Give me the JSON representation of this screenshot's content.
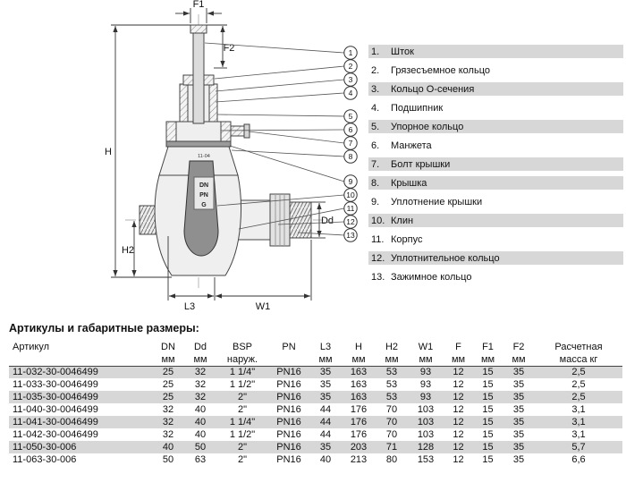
{
  "colors": {
    "row_shade": "#d7d7d7",
    "diagram_line": "#444444"
  },
  "diagram": {
    "dimension_labels": {
      "f1": "F1",
      "f2": "F2",
      "h": "H",
      "h2": "H2",
      "l3": "L3",
      "w1": "W1",
      "dd": "Dd"
    },
    "plate": {
      "line1": "DN",
      "line2": "PN",
      "line3": "G"
    },
    "stamp": "11-04",
    "callouts": [
      "1",
      "2",
      "3",
      "4",
      "5",
      "6",
      "7",
      "8",
      "9",
      "10",
      "11",
      "12",
      "13"
    ]
  },
  "parts_list": {
    "items": [
      {
        "num": "1.",
        "label": "Шток",
        "shaded": true
      },
      {
        "num": "2.",
        "label": "Грязесъемное кольцо",
        "shaded": false
      },
      {
        "num": "3.",
        "label": "Кольцо О-сечения",
        "shaded": true
      },
      {
        "num": "4.",
        "label": "Подшипник",
        "shaded": false
      },
      {
        "num": "5.",
        "label": "Упорное кольцо",
        "shaded": true
      },
      {
        "num": "6.",
        "label": "Манжета",
        "shaded": false
      },
      {
        "num": "7.",
        "label": "Болт крышки",
        "shaded": true
      },
      {
        "num": "8.",
        "label": "Крышка",
        "shaded": true
      },
      {
        "num": "9.",
        "label": "Уплотнение крышки",
        "shaded": false
      },
      {
        "num": "10.",
        "label": "Клин",
        "shaded": true
      },
      {
        "num": "11.",
        "label": "Корпус",
        "shaded": false
      },
      {
        "num": "12.",
        "label": "Уплотнительное кольцо",
        "shaded": true
      },
      {
        "num": "13.",
        "label": "Зажимное кольцо",
        "shaded": false
      }
    ]
  },
  "table": {
    "title": "Артикулы и габаритные размеры:",
    "headers": [
      {
        "name": "Артикул",
        "unit": ""
      },
      {
        "name": "DN",
        "unit": "мм"
      },
      {
        "name": "Dd",
        "unit": "мм"
      },
      {
        "name": "BSP",
        "unit": "наруж."
      },
      {
        "name": "PN",
        "unit": ""
      },
      {
        "name": "L3",
        "unit": "мм"
      },
      {
        "name": "H",
        "unit": "мм"
      },
      {
        "name": "H2",
        "unit": "мм"
      },
      {
        "name": "W1",
        "unit": "мм"
      },
      {
        "name": "F",
        "unit": "мм"
      },
      {
        "name": "F1",
        "unit": "мм"
      },
      {
        "name": "F2",
        "unit": "мм"
      },
      {
        "name": "Расчетная",
        "unit": "масса кг"
      }
    ],
    "rows": [
      [
        "11-032-30-0046499",
        "25",
        "32",
        "1 1/4\"",
        "PN16",
        "35",
        "163",
        "53",
        "93",
        "12",
        "15",
        "35",
        "2,5"
      ],
      [
        "11-033-30-0046499",
        "25",
        "32",
        "1 1/2\"",
        "PN16",
        "35",
        "163",
        "53",
        "93",
        "12",
        "15",
        "35",
        "2,5"
      ],
      [
        "11-035-30-0046499",
        "25",
        "32",
        "2\"",
        "PN16",
        "35",
        "163",
        "53",
        "93",
        "12",
        "15",
        "35",
        "2,5"
      ],
      [
        "11-040-30-0046499",
        "32",
        "40",
        "2\"",
        "PN16",
        "44",
        "176",
        "70",
        "103",
        "12",
        "15",
        "35",
        "3,1"
      ],
      [
        "11-041-30-0046499",
        "32",
        "40",
        "1 1/4\"",
        "PN16",
        "44",
        "176",
        "70",
        "103",
        "12",
        "15",
        "35",
        "3,1"
      ],
      [
        "11-042-30-0046499",
        "32",
        "40",
        "1 1/2\"",
        "PN16",
        "44",
        "176",
        "70",
        "103",
        "12",
        "15",
        "35",
        "3,1"
      ],
      [
        "11-050-30-006",
        "40",
        "50",
        "2\"",
        "PN16",
        "35",
        "203",
        "71",
        "128",
        "12",
        "15",
        "35",
        "5,7"
      ],
      [
        "11-063-30-006",
        "50",
        "63",
        "2\"",
        "PN16",
        "40",
        "213",
        "80",
        "153",
        "12",
        "15",
        "35",
        "6,6"
      ]
    ]
  }
}
